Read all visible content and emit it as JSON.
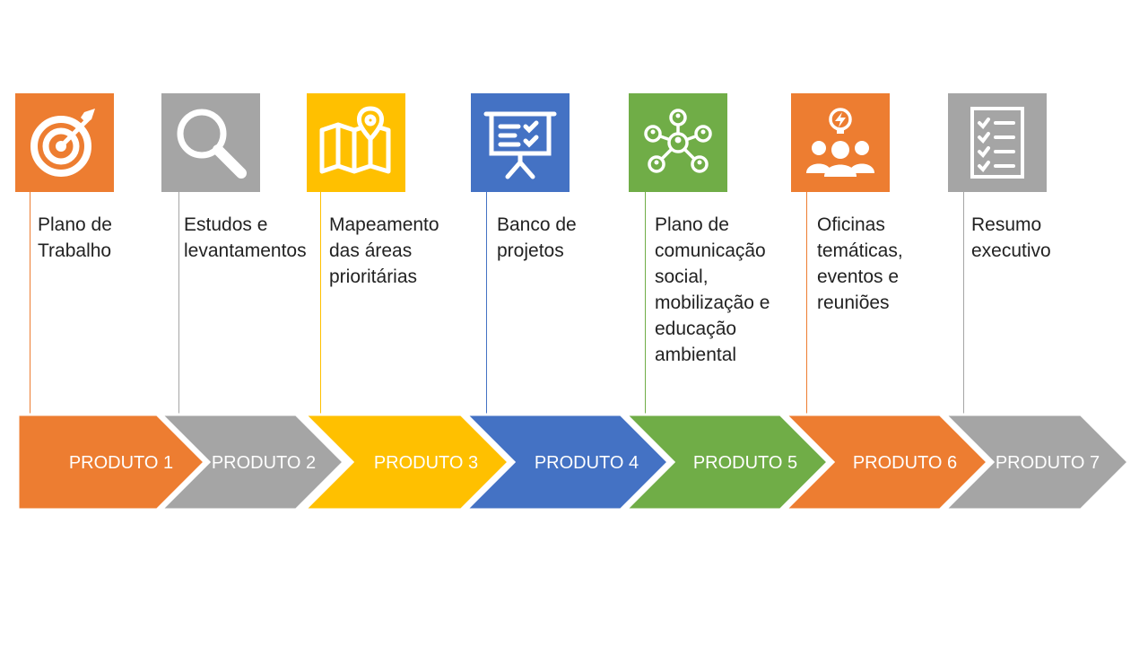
{
  "colors": {
    "orange": "#ED7D31",
    "gray": "#A5A5A5",
    "yellow": "#FFC000",
    "blue": "#4472C4",
    "green": "#70AD47",
    "white": "#FFFFFF"
  },
  "products": [
    {
      "label": "PRODUTO 1",
      "description": "Plano de\nTrabalho",
      "icon": "target-icon",
      "color": "#ED7D31"
    },
    {
      "label": "PRODUTO 2",
      "description": "Estudos e\nlevantamentos",
      "icon": "magnifier-icon",
      "color": "#A5A5A5"
    },
    {
      "label": "PRODUTO 3",
      "description": "Mapeamento\ndas áreas\nprioritárias",
      "icon": "map-icon",
      "color": "#FFC000"
    },
    {
      "label": "PRODUTO 4",
      "description": "Banco de\nprojetos",
      "icon": "presentation-board-icon",
      "color": "#4472C4"
    },
    {
      "label": "PRODUTO 5",
      "description": "Plano de\ncomunicação\nsocial,\nmobilização e\neducação\nambiental",
      "icon": "network-icon",
      "color": "#70AD47"
    },
    {
      "label": "PRODUTO 6",
      "description": "Oficinas\ntemáticas,\neventos e\nreuniões",
      "icon": "team-idea-icon",
      "color": "#ED7D31"
    },
    {
      "label": "PRODUTO 7",
      "description": "Resumo\nexecutivo",
      "icon": "checklist-icon",
      "color": "#A5A5A5"
    }
  ]
}
